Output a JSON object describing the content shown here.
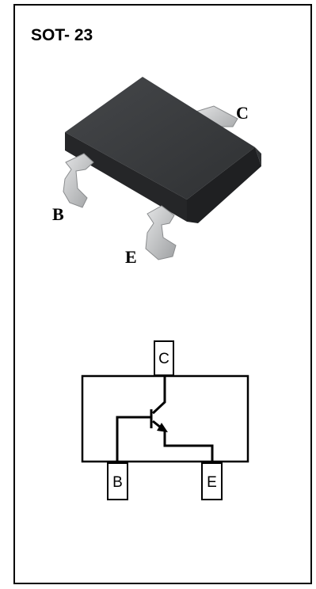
{
  "package": {
    "title": "SOT- 23"
  },
  "package_leads": {
    "collector_label": "C",
    "base_label": "B",
    "emitter_label": "E"
  },
  "schematic": {
    "pins": {
      "collector": "C",
      "base": "B",
      "emitter": "E"
    }
  },
  "colors": {
    "body_top": "#3a3c3e",
    "body_side": "#2a2b2d",
    "lead": "#c8cacb",
    "line": "#000000"
  }
}
